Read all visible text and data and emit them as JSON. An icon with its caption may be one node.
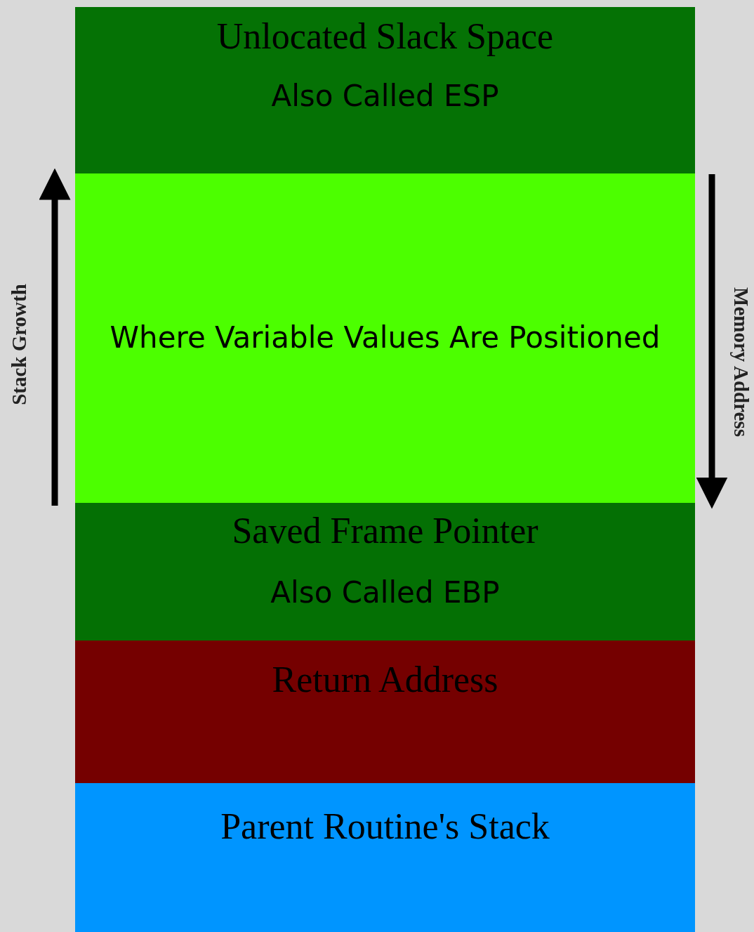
{
  "diagram": {
    "nodes": [
      {
        "text": [
          "Unlocated Slack Space",
          "Also Called ESP"
        ]
      },
      {
        "text": [
          "Where Variable Values Are Positioned"
        ]
      },
      {
        "text": [
          "Saved Frame Pointer",
          "Also Called EBP"
        ]
      },
      {
        "text": [
          "Return Address"
        ]
      },
      {
        "text": [
          "Parent Routine's Stack"
        ]
      }
    ],
    "edges": [],
    "labels": [
      "Stack Growth",
      "Memory Address"
    ]
  }
}
